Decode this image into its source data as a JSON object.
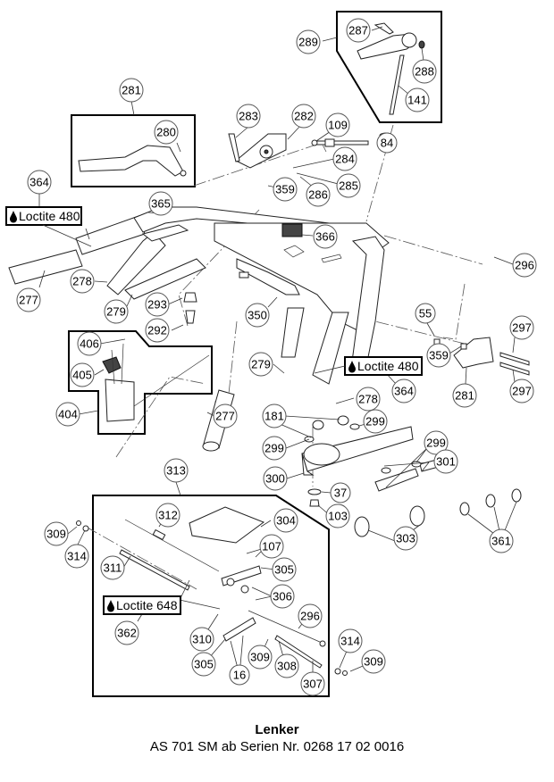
{
  "caption": {
    "title": "Lenker",
    "subtitle": "AS 701 SM ab Serien Nr. 0268 17 02 0016"
  },
  "loctite_labels": [
    {
      "id": "loctite-480-left",
      "text": "Loctite 480",
      "ref": "364",
      "icon": "drop-icon"
    },
    {
      "id": "loctite-480-right",
      "text": "Loctite 480",
      "ref": "364",
      "icon": "drop-icon"
    },
    {
      "id": "loctite-648",
      "text": "Loctite 648",
      "ref": "362",
      "icon": "drop-icon"
    }
  ],
  "assembly_groups": [
    {
      "ref": "281",
      "contains": [
        "280"
      ]
    },
    {
      "ref": "289",
      "contains": [
        "287",
        "288",
        "141"
      ]
    },
    {
      "ref": "404",
      "contains": [
        "405",
        "406"
      ]
    },
    {
      "ref": "313",
      "contains": [
        "312",
        "304",
        "107",
        "305",
        "306",
        "311",
        "362",
        "310",
        "16",
        "309",
        "308",
        "307",
        "296"
      ]
    }
  ],
  "callouts": [
    {
      "n": "289"
    },
    {
      "n": "287"
    },
    {
      "n": "288"
    },
    {
      "n": "141"
    },
    {
      "n": "84"
    },
    {
      "n": "281"
    },
    {
      "n": "280"
    },
    {
      "n": "283"
    },
    {
      "n": "282"
    },
    {
      "n": "109"
    },
    {
      "n": "284"
    },
    {
      "n": "286"
    },
    {
      "n": "285"
    },
    {
      "n": "359"
    },
    {
      "n": "364"
    },
    {
      "n": "365"
    },
    {
      "n": "366"
    },
    {
      "n": "296"
    },
    {
      "n": "277"
    },
    {
      "n": "278"
    },
    {
      "n": "279"
    },
    {
      "n": "293"
    },
    {
      "n": "292"
    },
    {
      "n": "350"
    },
    {
      "n": "55"
    },
    {
      "n": "297"
    },
    {
      "n": "359"
    },
    {
      "n": "297"
    },
    {
      "n": "281"
    },
    {
      "n": "406"
    },
    {
      "n": "405"
    },
    {
      "n": "404"
    },
    {
      "n": "279"
    },
    {
      "n": "364"
    },
    {
      "n": "278"
    },
    {
      "n": "277"
    },
    {
      "n": "181"
    },
    {
      "n": "299"
    },
    {
      "n": "299"
    },
    {
      "n": "299"
    },
    {
      "n": "301"
    },
    {
      "n": "300"
    },
    {
      "n": "37"
    },
    {
      "n": "103"
    },
    {
      "n": "313"
    },
    {
      "n": "312"
    },
    {
      "n": "304"
    },
    {
      "n": "309"
    },
    {
      "n": "314"
    },
    {
      "n": "107"
    },
    {
      "n": "311"
    },
    {
      "n": "305"
    },
    {
      "n": "306"
    },
    {
      "n": "303"
    },
    {
      "n": "361"
    },
    {
      "n": "362"
    },
    {
      "n": "296"
    },
    {
      "n": "310"
    },
    {
      "n": "305"
    },
    {
      "n": "16"
    },
    {
      "n": "309"
    },
    {
      "n": "308"
    },
    {
      "n": "307"
    },
    {
      "n": "314"
    },
    {
      "n": "309"
    }
  ]
}
